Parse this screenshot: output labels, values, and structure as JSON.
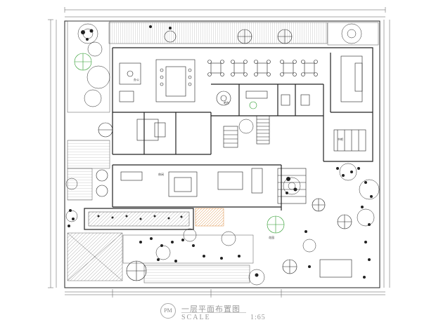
{
  "drawing": {
    "title": "一层平面布置图",
    "scale_label": "SCALE",
    "scale_value": "1:65",
    "logo_text": "PM"
  },
  "colors": {
    "line": "#222222",
    "light_line": "#777777",
    "green_plant": "#2a9a2a",
    "hatch_orange": "#d9883a",
    "dim_line": "#555555"
  }
}
